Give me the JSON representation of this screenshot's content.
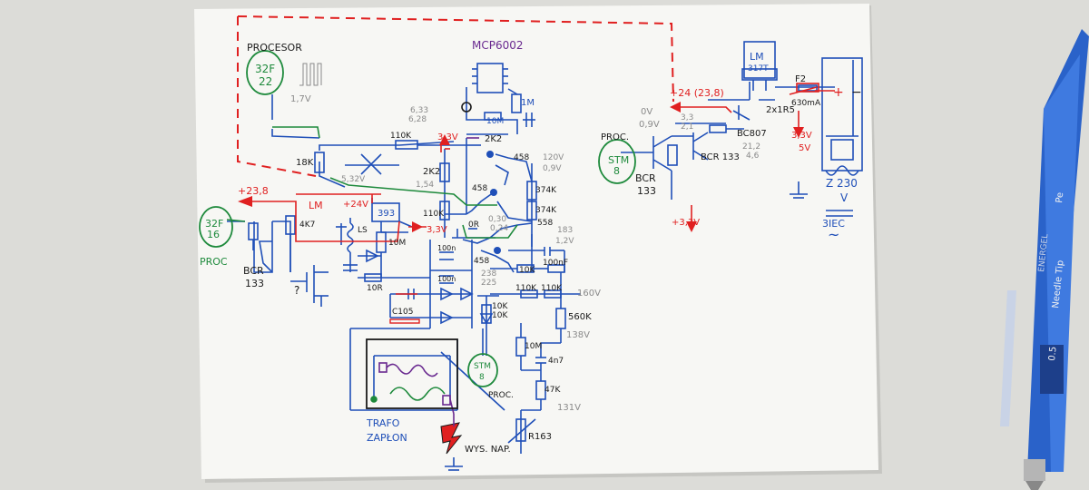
{
  "colors": {
    "ink_blue": "#1f4fb8",
    "ink_red": "#e02020",
    "ink_green": "#1e8a3c",
    "ink_purple": "#6a2a90",
    "ink_black": "#1a1a1a",
    "pencil_gray": "#8a8a8a",
    "paper": "#f7f7f4",
    "background": "#dcdcd8",
    "pen_barrel": "#2a62c9"
  },
  "labels": {
    "procesor": "PROCESOR",
    "cpu_top": "32F",
    "cpu_bottom": "22",
    "cpu_voltage": "1,7V",
    "op_amp": "MCP6002",
    "r_1m": "1M",
    "r_10m_top": "10M",
    "v_633": "6,33",
    "v_628": "6,28",
    "r_110k_top": "110K",
    "v_33_red_top": "3,3V",
    "r_2k2_top": "2K2",
    "r_2k2_mid": "2K2",
    "v_154": "1,54",
    "r_18k": "18K",
    "v_532": "5,32V",
    "t_458_a": "458",
    "t_458_b": "458",
    "t_458_c": "458",
    "t_558": "558",
    "v_120": "120V",
    "v_09": "0,9V",
    "r_374k_a": "374K",
    "r_374k_b": "374K",
    "r_110k_mid": "110K",
    "r_0r": "0R",
    "v_030": "0,30",
    "v_024": "0,24",
    "v_183": "183",
    "v_12": "1,2V",
    "v_238": "238",
    "v_225": "225",
    "r_10k_a": "10K",
    "r_10k_b": "10K",
    "r_10k_c": "10K",
    "c_100n_a": "100n",
    "c_100n_b": "100n",
    "c_100n_c": "100nF",
    "r_110k_c": "110K",
    "r_110k_d": "110K",
    "v_160": "160V",
    "r_560k": "560K",
    "v_138": "138V",
    "r_10m_low": "10M",
    "c_4n7": "4n7",
    "r_47k": "47K",
    "v_131": "131V",
    "r_163": "R163",
    "v_238_red": "+23,8",
    "lm_red": "LM",
    "v_24_red": "+24V",
    "ic_393": "393",
    "r_4k7": "4K7",
    "l_ls": "LS",
    "r_10m_b": "10M",
    "v_33_red_mid": "3,3V",
    "r_10r": "10R",
    "c_105": "C105",
    "proc_left_top": "32F",
    "proc_left_bottom": "16",
    "proc_left": "PROC",
    "bcr_left_a": "BCR",
    "bcr_left_b": "133",
    "q_mark": "?",
    "stm_mid_top": "STM",
    "stm_mid_bottom": "8",
    "proc_mid": "PROC.",
    "trafo_a": "TRAFO",
    "trafo_b": "ZAPŁON",
    "wys_nap": "WYS. NAP.",
    "v_0": "0V",
    "v_09_right": "0,9V",
    "proc_right": "PROC.",
    "stm_right_top": "STM",
    "stm_right_bottom": "8",
    "bcr_right_a": "BCR",
    "bcr_right_b": "133",
    "bcr_right_c": "BCR 133",
    "v_33_right": "+3,3V",
    "v_24_right": "+24 (23,8)",
    "v_33_g": "3,3",
    "v_21": "2,1",
    "bc807": "BC807",
    "v_212": "21,2",
    "v_46": "4,6",
    "r_2x1r5": "2x1R5",
    "lm317_a": "LM",
    "lm317_b": "317T",
    "f2": "F2",
    "f2_val": "630mA",
    "plus": "+",
    "minus": "−",
    "v_33_red_right": "3,3V",
    "v_5_red": "5V",
    "v_230": "Z 230",
    "v_v": "V",
    "iec": "3IEC",
    "ac": "~",
    "pen_a": "Needle Tip",
    "pen_b": "0.5",
    "pen_c": "ENERGEL",
    "pen_d": "Pe"
  }
}
